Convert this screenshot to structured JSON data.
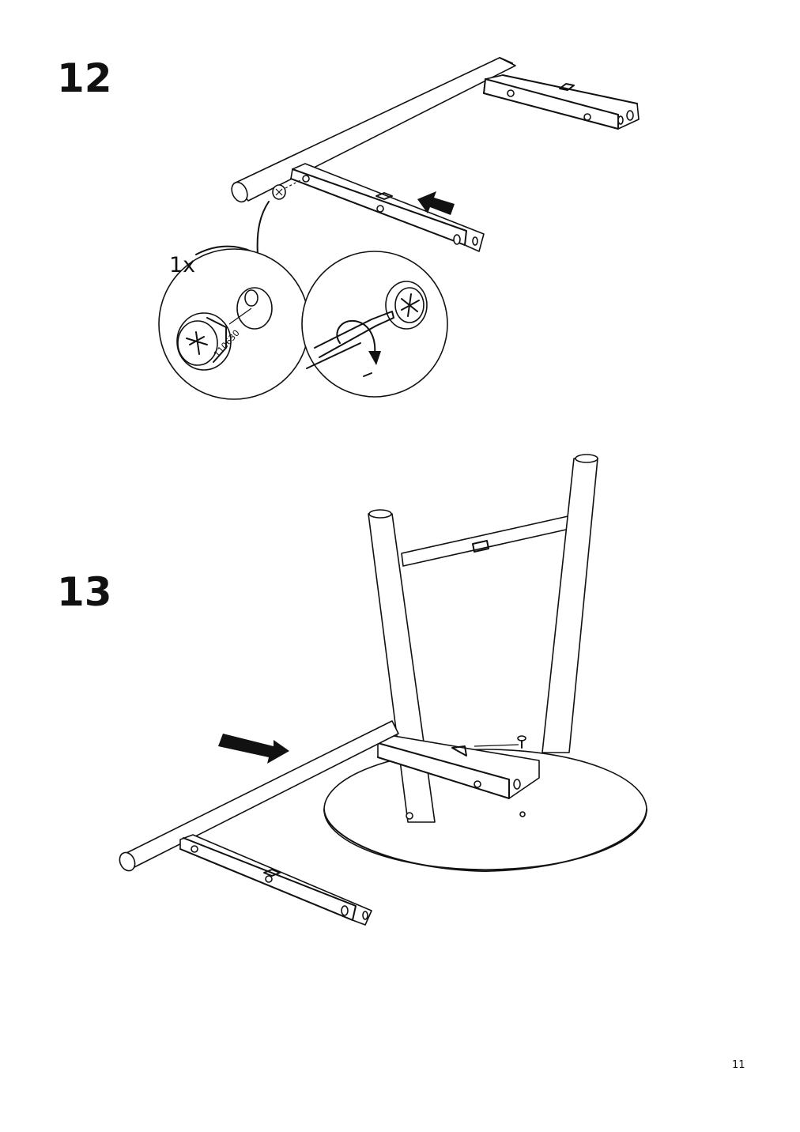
{
  "steps": [
    {
      "number": "12",
      "detail": {
        "quantity": "1x",
        "part_number": "110630"
      }
    },
    {
      "number": "13"
    }
  ],
  "page": {
    "number": "11"
  },
  "icons": [
    "frame-parts",
    "push-arrow-icon",
    "cam-lock-fitting",
    "detail-zoom-circle",
    "screwdriver-icon",
    "clockwise-turn-arrow-icon",
    "round-table-top"
  ]
}
